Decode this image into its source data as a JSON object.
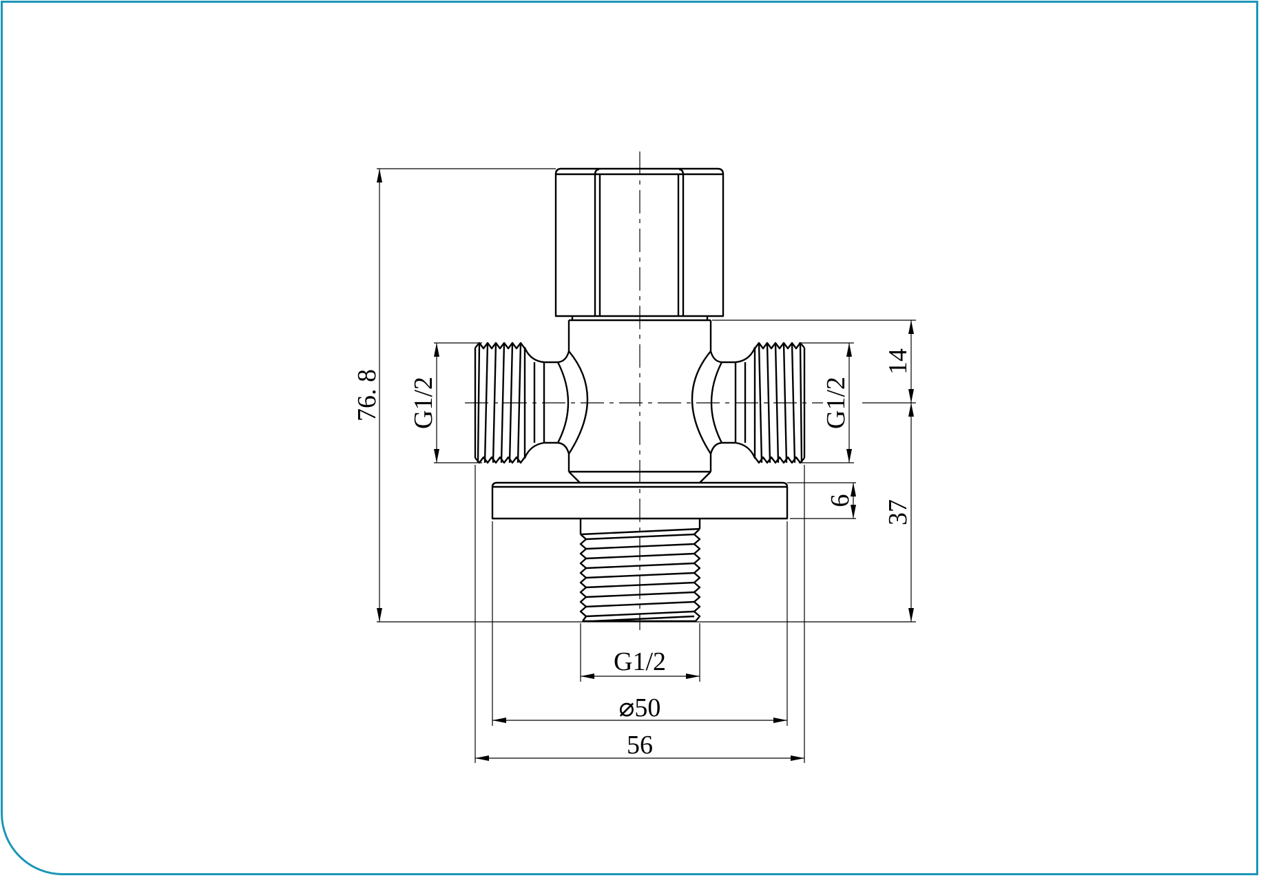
{
  "drawing": {
    "title": "Angle valve technical drawing (front view)",
    "frame_color": "#1a96b6",
    "line_color": "#000000",
    "dimensions": {
      "overall_height": "76. 8",
      "left_thread": "G1/2",
      "right_thread": "G1/2",
      "upper_offset": "14",
      "lower_height": "37",
      "flange_thickness": "6",
      "bottom_thread": "G1/2",
      "flange_diameter": "⌀50",
      "overall_width": "56"
    }
  }
}
